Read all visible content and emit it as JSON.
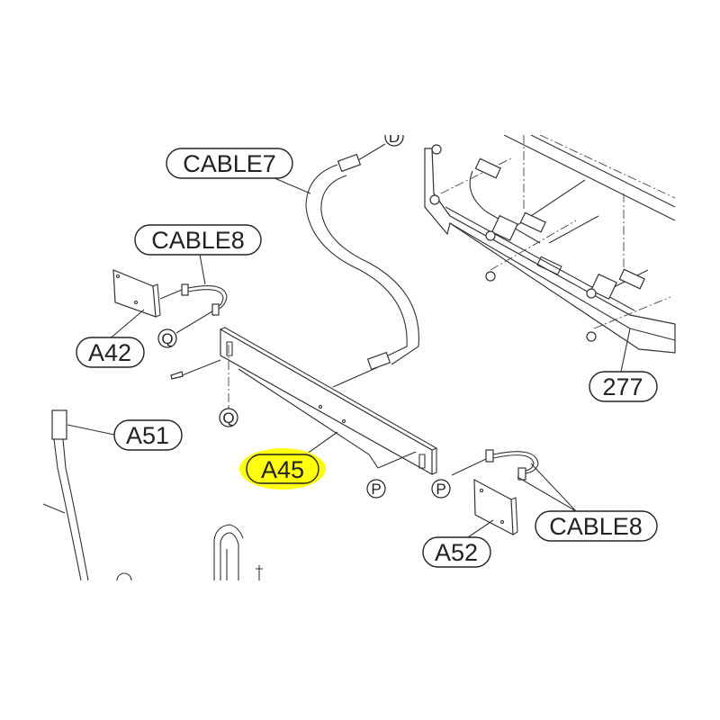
{
  "labels": {
    "cable7": "CABLE7",
    "cable8_left": "CABLE8",
    "a42": "A42",
    "a51": "A51",
    "a45": "A45",
    "part277": "277",
    "cable8_right": "CABLE8",
    "a52": "A52"
  },
  "connectors": {
    "q1": "Q",
    "q2": "Q",
    "p1": "P",
    "p2": "P",
    "d": "D"
  },
  "colors": {
    "highlight": "#ffff00",
    "line": "#333333"
  }
}
